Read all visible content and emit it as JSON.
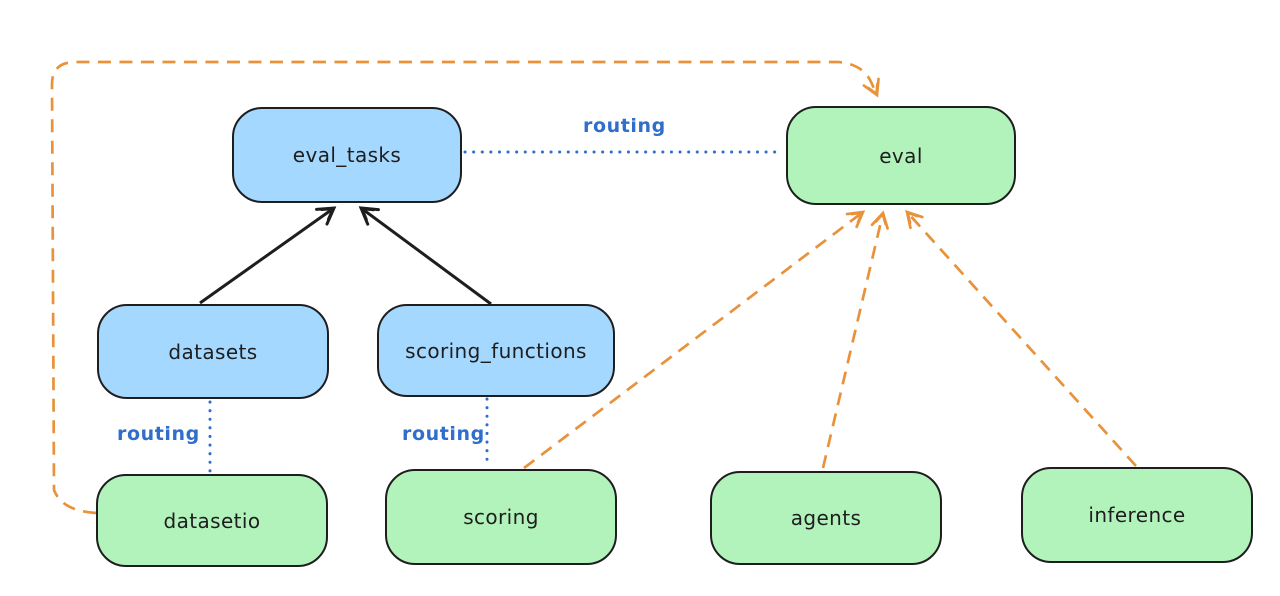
{
  "diagram": {
    "nodes": [
      {
        "id": "eval_tasks",
        "label": "eval_tasks",
        "kind": "resource"
      },
      {
        "id": "eval",
        "label": "eval",
        "kind": "api"
      },
      {
        "id": "datasets",
        "label": "datasets",
        "kind": "resource"
      },
      {
        "id": "scoring_functions",
        "label": "scoring_functions",
        "kind": "resource"
      },
      {
        "id": "datasetio",
        "label": "datasetio",
        "kind": "api"
      },
      {
        "id": "scoring",
        "label": "scoring",
        "kind": "api"
      },
      {
        "id": "agents",
        "label": "agents",
        "kind": "api"
      },
      {
        "id": "inference",
        "label": "inference",
        "kind": "api"
      }
    ],
    "edges": [
      {
        "from": "datasets",
        "to": "eval_tasks",
        "style": "solid-arrow",
        "label": ""
      },
      {
        "from": "scoring_functions",
        "to": "eval_tasks",
        "style": "solid-arrow",
        "label": ""
      },
      {
        "from": "eval_tasks",
        "to": "eval",
        "style": "dotted",
        "label": "routing"
      },
      {
        "from": "datasets",
        "to": "datasetio",
        "style": "dotted",
        "label": "routing"
      },
      {
        "from": "scoring_functions",
        "to": "scoring",
        "style": "dotted",
        "label": "routing"
      },
      {
        "from": "datasetio",
        "to": "eval",
        "style": "dashed-arrow",
        "label": ""
      },
      {
        "from": "scoring",
        "to": "eval",
        "style": "dashed-arrow",
        "label": ""
      },
      {
        "from": "agents",
        "to": "eval",
        "style": "dashed-arrow",
        "label": ""
      },
      {
        "from": "inference",
        "to": "eval",
        "style": "dashed-arrow",
        "label": ""
      }
    ]
  },
  "colors": {
    "background": "#ffffff",
    "resource_fill": "#a5d8ff",
    "api_fill": "#b2f2bb",
    "node_stroke": "#1e1e1e",
    "solid_arrow": "#1e1e1e",
    "routing_line": "#2f6ecb",
    "dashed_arrow": "#e8923b"
  }
}
